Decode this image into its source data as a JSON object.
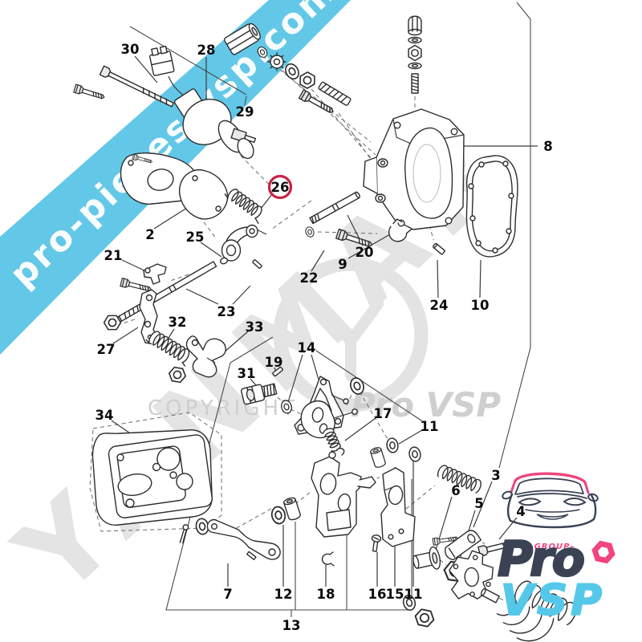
{
  "banner": {
    "text": "pro-pieces-vsp.com",
    "color": "#63C8E7",
    "text_color": "#ffffff"
  },
  "watermark": {
    "brand": "YANMAR",
    "copyright": "COPYRIGHT",
    "copyright_brand": "Pro VSP"
  },
  "logo": {
    "group": "–GROUP–",
    "line1": "Pro",
    "line2": "VSP",
    "navy": "#3A4254",
    "pink": "#F0457F",
    "blue": "#55C8EA"
  },
  "diagram": {
    "highlighted_part": "26",
    "highlight_color": "#C72545",
    "labels": [
      {
        "t": "30"
      },
      {
        "t": "28"
      },
      {
        "t": "29"
      },
      {
        "t": "8"
      },
      {
        "t": "2"
      },
      {
        "t": "21"
      },
      {
        "t": "25"
      },
      {
        "t": "26"
      },
      {
        "t": "22"
      },
      {
        "t": "9"
      },
      {
        "t": "20"
      },
      {
        "t": "23"
      },
      {
        "t": "27"
      },
      {
        "t": "32"
      },
      {
        "t": "33"
      },
      {
        "t": "34"
      },
      {
        "t": "31"
      },
      {
        "t": "19"
      },
      {
        "t": "14"
      },
      {
        "t": "24"
      },
      {
        "t": "10"
      },
      {
        "t": "17"
      },
      {
        "t": "11"
      },
      {
        "t": "7"
      },
      {
        "t": "12"
      },
      {
        "t": "18"
      },
      {
        "t": "16"
      },
      {
        "t": "15"
      },
      {
        "t": "11"
      },
      {
        "t": "13"
      },
      {
        "t": "6"
      },
      {
        "t": "5"
      },
      {
        "t": "3"
      },
      {
        "t": "4"
      }
    ]
  }
}
